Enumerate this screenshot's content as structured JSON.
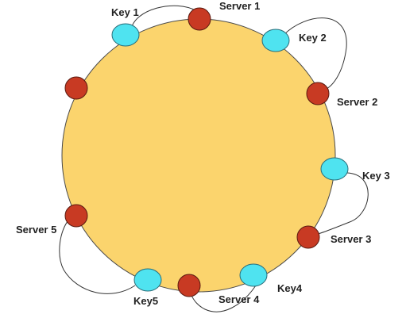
{
  "colors": {
    "ring_fill": "#fbd46d",
    "ring_stroke": "#4a4a4a",
    "server_fill": "#c83a23",
    "server_stroke": "#5a1a10",
    "key_fill": "#4fe3f0",
    "key_stroke": "#2a6c78",
    "connector": "#333333",
    "label": "#222222"
  },
  "labels": {
    "key1": "Key 1",
    "server1": "Server 1",
    "key2": "Key 2",
    "server2": "Server 2",
    "key3": "Key 3",
    "server3": "Server 3",
    "key4": "Key4",
    "server4": "Server 4",
    "key5": "Key5",
    "server5": "Server 5"
  }
}
